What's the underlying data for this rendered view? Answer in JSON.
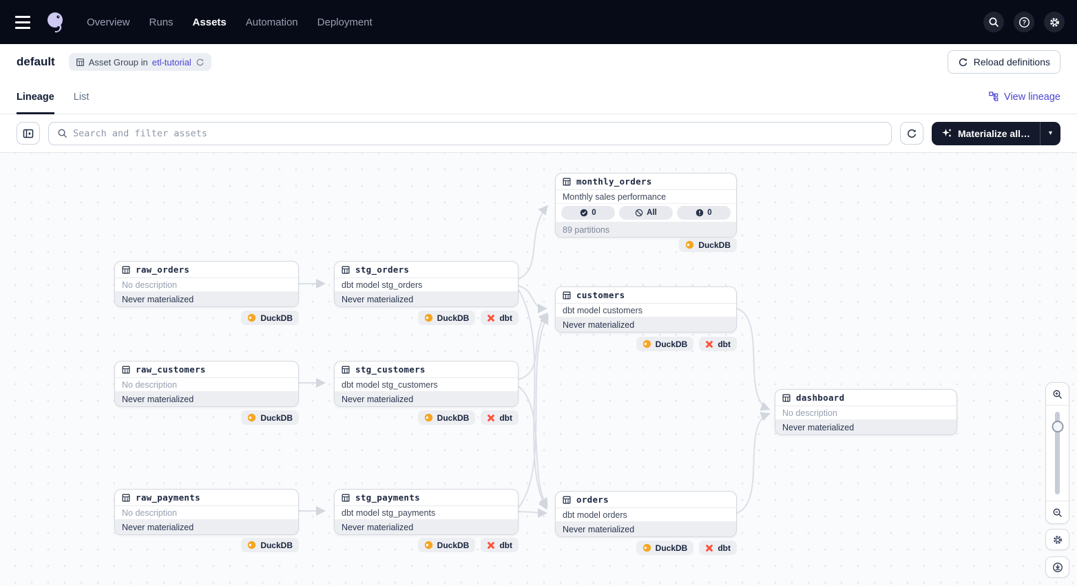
{
  "nav": {
    "items": [
      {
        "label": "Overview",
        "active": false
      },
      {
        "label": "Runs",
        "active": false
      },
      {
        "label": "Assets",
        "active": true
      },
      {
        "label": "Automation",
        "active": false
      },
      {
        "label": "Deployment",
        "active": false
      }
    ]
  },
  "header": {
    "title": "default",
    "badge": {
      "text": "Asset Group in",
      "link": "etl-tutorial"
    },
    "reload_button": "Reload definitions"
  },
  "tabs": {
    "lineage": "Lineage",
    "list": "List",
    "view_lineage": "View lineage"
  },
  "toolbar": {
    "search_placeholder": "Search and filter assets",
    "materialize_label": "Materialize all…",
    "caret": "▾"
  },
  "graph": {
    "nodes": [
      {
        "name": "monthly_orders",
        "description": "Monthly sales performance",
        "footer": "89 partitions",
        "pills": [
          {
            "icon": "check-circle-icon",
            "label": "0"
          },
          {
            "icon": "slash-circle-icon",
            "label": "All"
          },
          {
            "icon": "alert-circle-icon",
            "label": "0"
          }
        ],
        "tags": [
          "DuckDB"
        ]
      },
      {
        "name": "raw_orders",
        "description": "No description",
        "footer": "Never materialized",
        "tags": [
          "DuckDB"
        ]
      },
      {
        "name": "stg_orders",
        "description": "dbt model stg_orders",
        "footer": "Never materialized",
        "tags": [
          "DuckDB",
          "dbt"
        ]
      },
      {
        "name": "customers",
        "description": "dbt model customers",
        "footer": "Never materialized",
        "tags": [
          "DuckDB",
          "dbt"
        ]
      },
      {
        "name": "raw_customers",
        "description": "No description",
        "footer": "Never materialized",
        "tags": [
          "DuckDB"
        ]
      },
      {
        "name": "stg_customers",
        "description": "dbt model stg_customers",
        "footer": "Never materialized",
        "tags": [
          "DuckDB",
          "dbt"
        ]
      },
      {
        "name": "dashboard",
        "description": "No description",
        "footer": "Never materialized",
        "tags": []
      },
      {
        "name": "raw_payments",
        "description": "No description",
        "footer": "Never materialized",
        "tags": [
          "DuckDB"
        ]
      },
      {
        "name": "stg_payments",
        "description": "dbt model stg_payments",
        "footer": "Never materialized",
        "tags": [
          "DuckDB",
          "dbt"
        ]
      },
      {
        "name": "orders",
        "description": "dbt model orders",
        "footer": "Never materialized",
        "tags": [
          "DuckDB",
          "dbt"
        ]
      }
    ],
    "edges": [
      {
        "from": "raw_orders",
        "to": "stg_orders"
      },
      {
        "from": "raw_customers",
        "to": "stg_customers"
      },
      {
        "from": "raw_payments",
        "to": "stg_payments"
      },
      {
        "from": "stg_orders",
        "to": "monthly_orders"
      },
      {
        "from": "stg_orders",
        "to": "customers"
      },
      {
        "from": "stg_orders",
        "to": "orders"
      },
      {
        "from": "stg_customers",
        "to": "customers"
      },
      {
        "from": "stg_customers",
        "to": "orders"
      },
      {
        "from": "stg_payments",
        "to": "customers"
      },
      {
        "from": "stg_payments",
        "to": "orders"
      },
      {
        "from": "customers",
        "to": "dashboard"
      },
      {
        "from": "orders",
        "to": "dashboard"
      }
    ]
  },
  "colors": {
    "nav_bg": "#070b18",
    "accent_link": "#4a45d2",
    "dark_button": "#141a2c",
    "duckdb_icon": "#f5a623",
    "dbt_icon": "#ff4f38",
    "edge": "#dcdfe6",
    "canvas_bg": "#fafbfc"
  }
}
